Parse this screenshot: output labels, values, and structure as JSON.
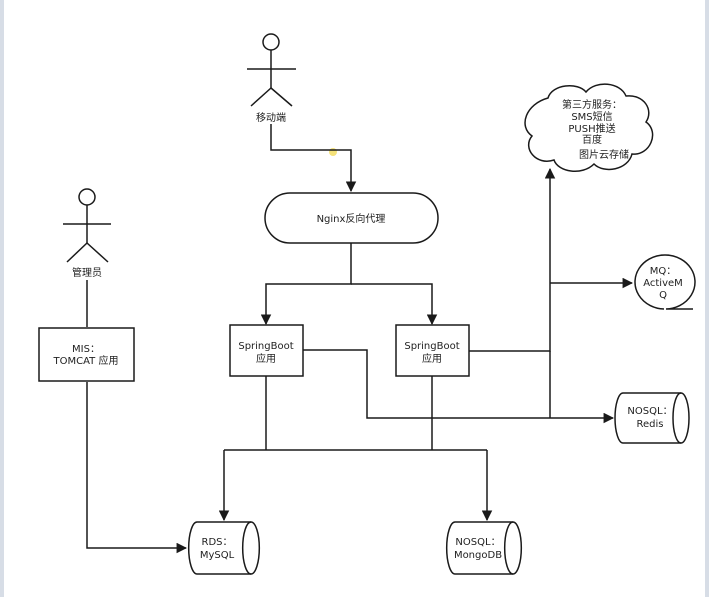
{
  "actors": {
    "mobile": "移动端",
    "admin": "管理员"
  },
  "nodes": {
    "nginx": "Nginx反向代理",
    "springboot_left": [
      "SpringBoot",
      "应用"
    ],
    "springboot_right": [
      "SpringBoot",
      "应用"
    ],
    "mis": [
      "MIS：",
      "TOMCAT 应用"
    ],
    "third_party": [
      "第三方服务：",
      "SMS短信",
      "PUSH推送",
      "百度",
      "图片云存储"
    ],
    "mq": [
      "MQ：",
      "ActiveM",
      "Q"
    ],
    "redis": [
      "NOSQL：",
      "Redis"
    ],
    "rds": [
      "RDS：",
      "MySQL"
    ],
    "mongo": [
      "NOSQL：",
      "MongoDB"
    ]
  },
  "colors": {
    "line": "#1a1a1a",
    "canvas_border": "#d7dde6",
    "cursor_highlight": "#f5e27a"
  }
}
